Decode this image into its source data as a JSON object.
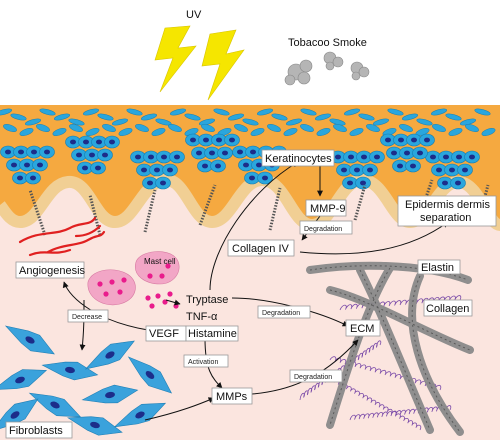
{
  "stressors": {
    "uv": "UV",
    "smoke": "Tobacoo Smoke"
  },
  "cells": {
    "keratinocytes": "Keratinocytes",
    "mast_cell": "Mast cell",
    "fibroblasts": "Fibroblasts"
  },
  "mediators": {
    "mmp9": "MMP-9",
    "collagen_iv": "Collagen IV",
    "tryptase": "Tryptase",
    "tnf": "TNF-α",
    "histamine": "Histamine",
    "vegf": "VEGF",
    "mmps": "MMPs"
  },
  "outcomes": {
    "angiogenesis": "Angiogenesis",
    "separation_line1": "Epidermis dermis",
    "separation_line2": "separation",
    "ecm": "ECM",
    "elastin": "Elastin",
    "collagen": "Collagen"
  },
  "edge_labels": {
    "degradation_collagen": "Degradation",
    "degradation_ecm": "Degradation",
    "degradation_mmps": "Degradation",
    "activation": "Activation",
    "decrease": "Decrease"
  },
  "colors": {
    "epidermis": "#f5a940",
    "dermis": "#fbe5df",
    "keratinocyte": "#2aa6dd",
    "nucleus": "#1c2d8a",
    "mast_cell": "#f2a6c6",
    "granule": "#e91c8c",
    "fibroblast": "#3aa2dc",
    "vessel": "#e02020",
    "uv_bolt": "#f5e600",
    "smoke": "#b5b5b5",
    "fiber": "#8a8a8a",
    "elastin_coil": "#7a4aa8"
  }
}
